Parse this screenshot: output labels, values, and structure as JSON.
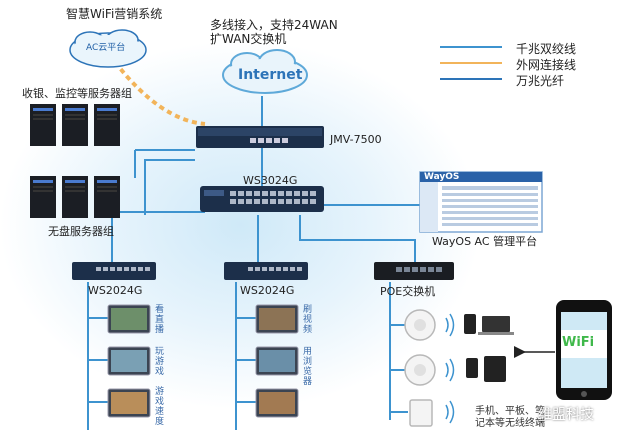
{
  "cloud_top_left": {
    "title": "智慧WiFi营销系统",
    "label": "AC云平台"
  },
  "cloud_internet": {
    "caption": "多线接入，支持24WAN\n扩WAN交换机",
    "label": "Internet"
  },
  "router": {
    "label": "JMV-7500"
  },
  "core_switch": {
    "label": "WS3024G"
  },
  "server_groups": {
    "top": "收银、监控等服务器组",
    "bottom": "无盘服务器组"
  },
  "management": {
    "logo": "WayOS",
    "label": "WayOS AC 管理平台"
  },
  "access_switches": [
    {
      "label": "WS2024G",
      "vtext_a": "看直播",
      "vtext_b": "玩游戏",
      "vtext_c": "游戏速度"
    },
    {
      "label": "WS2024G",
      "vtext_a": "刷视频",
      "vtext_b": "用浏览器"
    }
  ],
  "poe": {
    "label": "POE交换机"
  },
  "phone": {
    "wifi": "WiFi"
  },
  "bottom_caption": "手机、平板、笔记本等无线终端",
  "watermark": "维盟科技",
  "legend": [
    {
      "label": "千兆双绞线",
      "color": "#3d93cf"
    },
    {
      "label": "外网连接线",
      "color": "#f2b45a"
    },
    {
      "label": "万兆光纤",
      "color": "#2d74b8"
    }
  ],
  "colors": {
    "link_blue": "#3d93cf",
    "dark_device": "#1c2f4a",
    "accent_green": "#3fb84a"
  }
}
